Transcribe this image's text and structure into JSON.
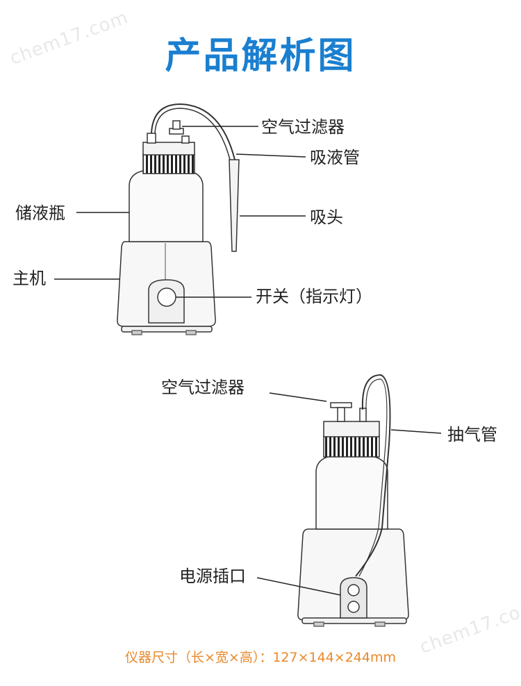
{
  "title": "产品解析图",
  "watermark": "chem17.com",
  "diagram1": {
    "labels": {
      "air_filter": "空气过滤器",
      "suction_tube": "吸液管",
      "bottle": "储液瓶",
      "tip": "吸头",
      "main_unit": "主机",
      "switch": "开关（指示灯）"
    }
  },
  "diagram2": {
    "labels": {
      "air_filter": "空气过滤器",
      "exhaust_tube": "抽气管",
      "power_socket": "电源插口"
    }
  },
  "dimensions": "仪器尺寸（长×宽×高）：127×144×244mm",
  "colors": {
    "title": "#1a7fd0",
    "dimensions": "#e8892a",
    "outline": "#333333"
  }
}
